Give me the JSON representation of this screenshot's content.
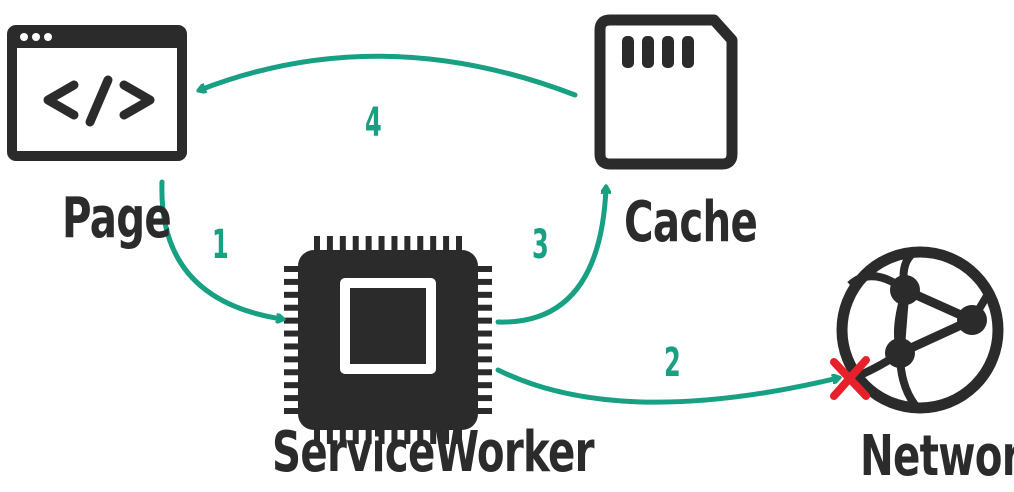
{
  "nodes": {
    "page": {
      "label": "Page",
      "icon": "code-window-icon"
    },
    "cache": {
      "label": "Cache",
      "icon": "sd-card-icon"
    },
    "service_worker": {
      "label": "ServiceWorker",
      "icon": "cpu-chip-icon"
    },
    "network": {
      "label": "Network",
      "icon": "network-globe-icon"
    }
  },
  "steps": [
    {
      "label": "1",
      "from": "Page",
      "to": "ServiceWorker"
    },
    {
      "label": "2",
      "from": "ServiceWorker",
      "to": "Network",
      "status": "failed"
    },
    {
      "label": "3",
      "from": "ServiceWorker",
      "to": "Cache"
    },
    {
      "label": "4",
      "from": "Cache",
      "to": "Page"
    }
  ],
  "colors": {
    "icon": "#2b2b2b",
    "arrow": "#18a083",
    "failure": "#e8202a"
  }
}
